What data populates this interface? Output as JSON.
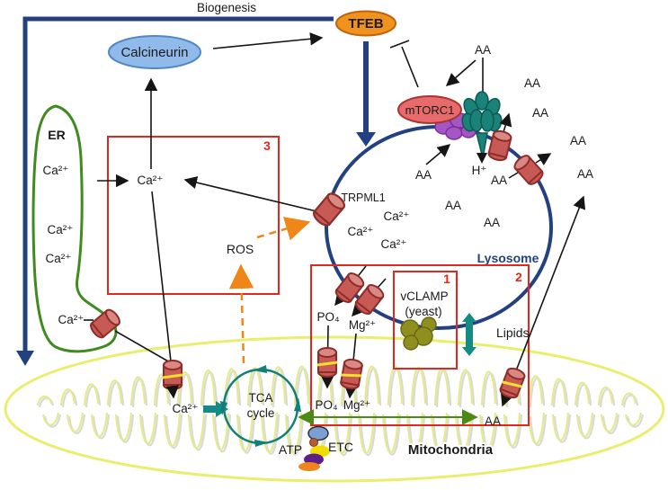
{
  "processes": {
    "biogenesis": "Biogenesis",
    "tca_1": "TCA",
    "tca_2": "cycle"
  },
  "proteins": {
    "tfeb": "TFEB",
    "calcineurin": "Calcineurin",
    "mtorc1": "mTORC1",
    "trpml1": "TRPML1",
    "vclamp": "vCLAMP",
    "vclamp_note": "(yeast)",
    "etc": "ETC"
  },
  "compartments": {
    "er": "ER",
    "lysosome": "Lysosome",
    "mitochondria": "Mitochondria"
  },
  "molecules": {
    "aa": "AA",
    "ca": "Ca²⁺",
    "po4": "PO₄",
    "mg": "Mg²⁺",
    "h": "H⁺",
    "atp": "ATP",
    "ros": "ROS",
    "lipids": "Lipids"
  },
  "region_numbers": {
    "r1": "1",
    "r2": "2",
    "r3": "3"
  },
  "colors": {
    "navy_blue": "#24417f",
    "red_box": "#e0281e",
    "ros_orange": "#ef8718",
    "er_green": "#3f8b1f",
    "teal": "#148b85",
    "transporter_red": "#c85a56",
    "mito_membrane_yellow": "#e9ee6e",
    "mito_label_gold": "#cdb61d",
    "tfeb_orange": "#f0921e",
    "calcineurin_blue": "#90bae9",
    "mtorc1_red": "#e76b6b",
    "ragulator_purple": "#a457c4",
    "vclamp_olive": "#8f8f1f",
    "green_arrow": "#4c8a15"
  }
}
